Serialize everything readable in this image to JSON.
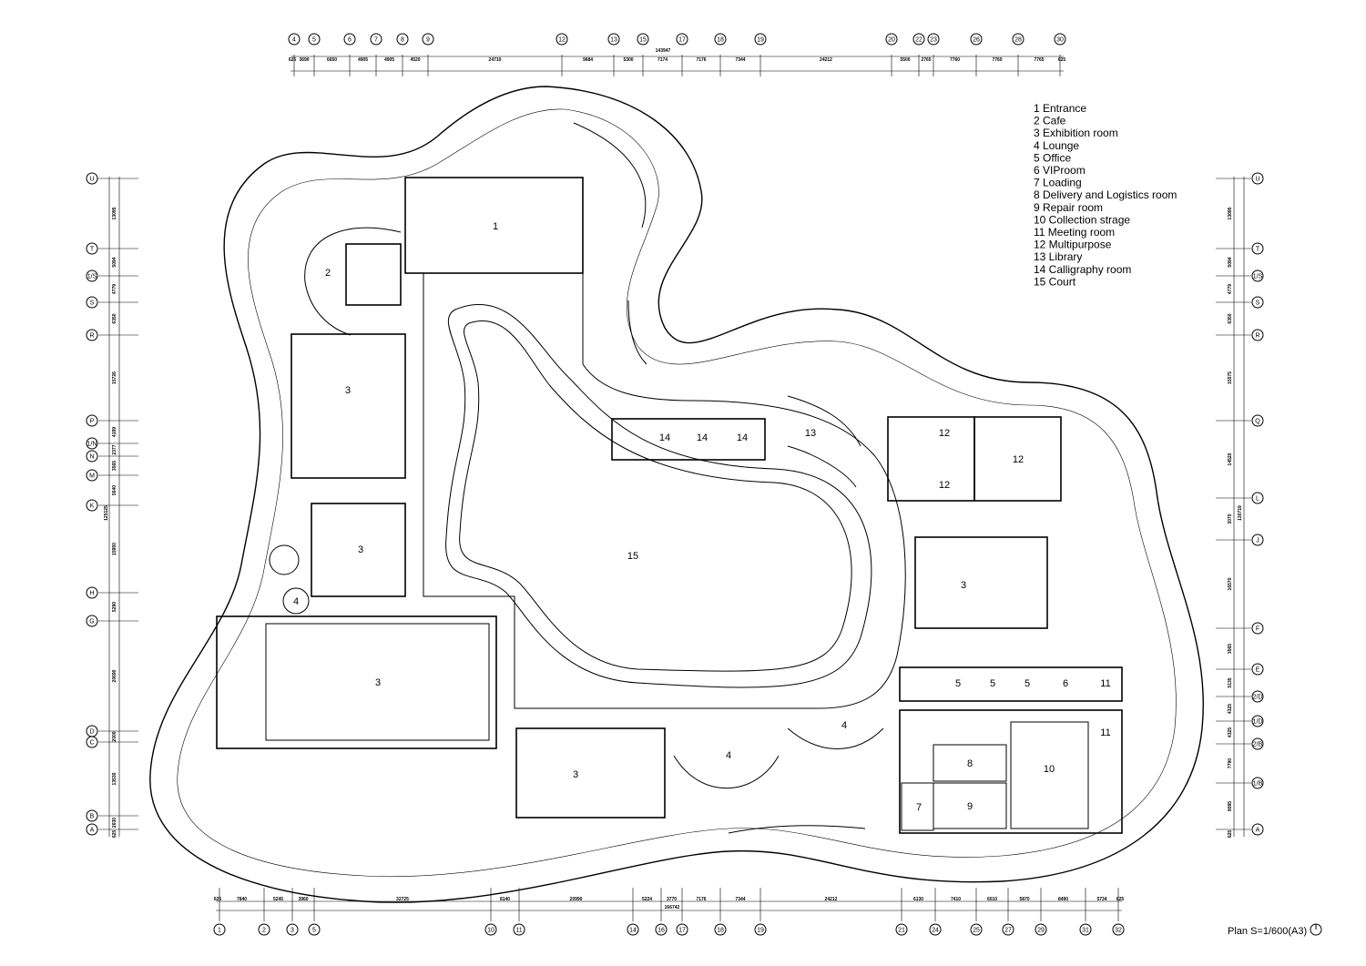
{
  "title": "Plan S=1/600(A3)",
  "legend": [
    "1  Entrance",
    "2  Cafe",
    "3  Exhibition room",
    "4  Lounge",
    "5  Office",
    "6  VIProom",
    "7  Loading",
    "8  Delivery and Logistics  room",
    "9  Repair room",
    "10 Collection strage",
    "11 Meeting room",
    "12 Multipurpose",
    "13 Library",
    "14 Calligraphy room",
    "15 Court"
  ],
  "rooms": {
    "entrance": "1",
    "cafe": "2",
    "exh_a": "3",
    "exh_b": "3",
    "exh_c": "3",
    "exh_d": "3",
    "exh_e": "3",
    "lounge_a": "4",
    "lounge_b": "4",
    "lounge_c": "4",
    "office_a": "5",
    "office_b": "5",
    "office_c": "5",
    "vip": "6",
    "loading": "7",
    "delivery": "8",
    "repair": "9",
    "collection": "10",
    "meeting_a": "11",
    "meeting_b": "11",
    "multi_a": "12",
    "multi_b": "12",
    "multi_c": "12",
    "library": "13",
    "call_a": "14",
    "call_b": "14",
    "call_c": "14",
    "court": "15"
  },
  "grid_top": {
    "labels": [
      "4",
      "5",
      "6",
      "7",
      "8",
      "9",
      "12",
      "13",
      "15",
      "17",
      "18",
      "19",
      "20",
      "22",
      "23",
      "26",
      "28",
      "30"
    ],
    "dims": [
      "625",
      "3690",
      "6650",
      "4905",
      "4905",
      "4520",
      "24710",
      "9684",
      "5300",
      "7174",
      "7176",
      "7344",
      "24212",
      "5500",
      "2765",
      "7760",
      "7760",
      "7765",
      "625"
    ],
    "total": "143947"
  },
  "grid_bottom": {
    "labels": [
      "1",
      "2",
      "3",
      "5",
      "10",
      "11",
      "14",
      "16",
      "17",
      "18",
      "19",
      "21",
      "24",
      "25",
      "27",
      "29",
      "31",
      "32"
    ],
    "dims": [
      "625",
      "7840",
      "5245",
      "3960",
      "32725",
      "8140",
      "20990",
      "5224",
      "3770",
      "7176",
      "7344",
      "24212",
      "6130",
      "7410",
      "6010",
      "5870",
      "8490",
      "5734",
      "625"
    ],
    "total": "166742"
  },
  "grid_left": {
    "labels": [
      "U",
      "T",
      "1/S",
      "S",
      "R",
      "P",
      "1/N",
      "N",
      "M",
      "K",
      "H",
      "G",
      "D",
      "C",
      "B",
      "A"
    ],
    "dims": [
      "13095",
      "5094",
      "4779",
      "6350",
      "15726",
      "4189",
      "2377",
      "3565",
      "5640",
      "15950",
      "5290",
      "20690",
      "2000",
      "13530",
      "2630",
      "625"
    ],
    "total": "125125"
  },
  "grid_right": {
    "labels": [
      "U",
      "T",
      "1/S",
      "S",
      "R",
      "Q",
      "L",
      "J",
      "F",
      "E",
      "2/D",
      "1/D",
      "2/B",
      "1/B",
      "A"
    ],
    "dims": [
      "13095",
      "5094",
      "4779",
      "6350",
      "15575",
      "14520",
      "3070",
      "16570",
      "3565",
      "5135",
      "4325",
      "4325",
      "7790",
      "9095",
      "625"
    ],
    "total": "130719"
  }
}
